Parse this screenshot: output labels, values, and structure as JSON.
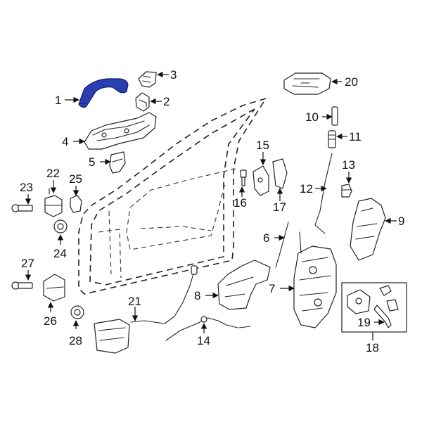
{
  "diagram": {
    "highlight_color": "#2c3fb0",
    "callouts": {
      "c1": "1",
      "c2": "2",
      "c3": "3",
      "c4": "4",
      "c5": "5",
      "c6": "6",
      "c7": "7",
      "c8": "8",
      "c9": "9",
      "c10": "10",
      "c11": "11",
      "c12": "12",
      "c13": "13",
      "c14": "14",
      "c15": "15",
      "c16": "16",
      "c17": "17",
      "c18": "18",
      "c19": "19",
      "c20": "20",
      "c21": "21",
      "c22": "22",
      "c23": "23",
      "c24": "24",
      "c25": "25",
      "c26": "26",
      "c27": "27",
      "c28": "28"
    }
  }
}
